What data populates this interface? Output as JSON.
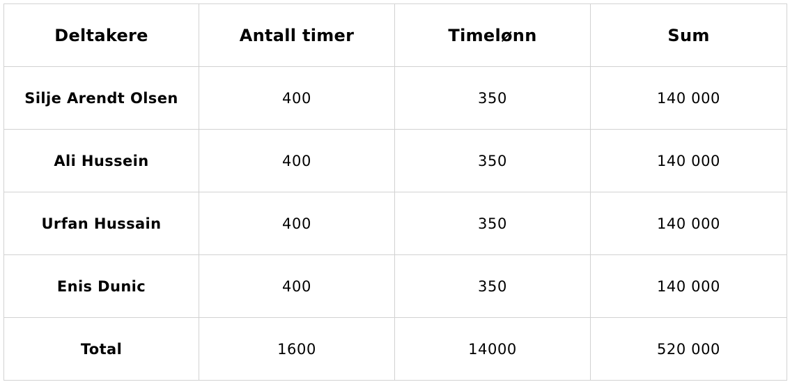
{
  "table": {
    "headers": [
      "Deltakere",
      "Antall timer",
      "Timelønn",
      "Sum"
    ],
    "rows": [
      [
        "Silje Arendt Olsen",
        "400",
        "350",
        "140 000"
      ],
      [
        "Ali Hussein",
        "400",
        "350",
        "140 000"
      ],
      [
        "Urfan Hussain",
        "400",
        "350",
        "140 000"
      ],
      [
        "Enis Dunic",
        "400",
        "350",
        "140 000"
      ],
      [
        "Total",
        "1600",
        "14000",
        "520 000"
      ]
    ]
  }
}
